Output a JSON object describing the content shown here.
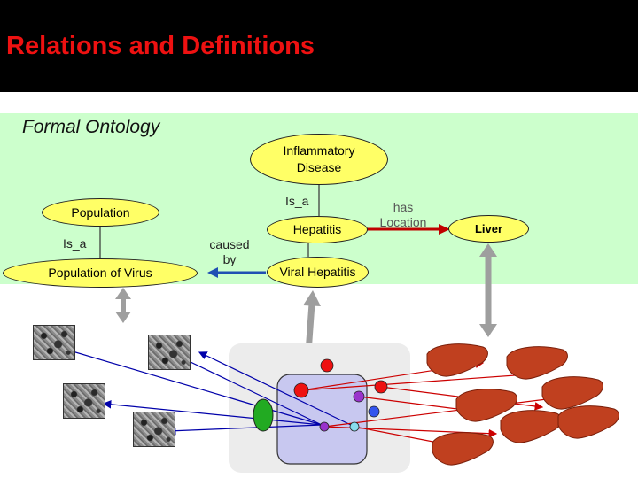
{
  "title": "Relations and Definitions",
  "section_label": "Formal Ontology",
  "nodes": {
    "inflammatory_disease": "Inflammatory Disease",
    "population": "Population",
    "population_of_virus": "Population of Virus",
    "hepatitis": "Hepatitis",
    "viral_hepatitis": "Viral Hepatitis",
    "liver": "Liver"
  },
  "relations": {
    "is_a_disease": "Is_a",
    "is_a_population": "Is_a",
    "caused_by": "caused by",
    "has_location": "has Location"
  },
  "colors": {
    "title_text": "#ee1111",
    "header_bg": "#000000",
    "ontology_band": "#ccffcc",
    "node_fill": "#ffff66",
    "caused_by_arrow": "#1f4fb3",
    "has_location_arrow": "#c00000",
    "link_arrow": "#9e9e9e",
    "virus_link_line": "#0000aa",
    "liver_link_line": "#cc0000",
    "cell_fill": "#c8c8f0"
  },
  "icons": [
    "virus-micrograph-icon",
    "liver-organ-icon",
    "patient-cell-icon"
  ]
}
